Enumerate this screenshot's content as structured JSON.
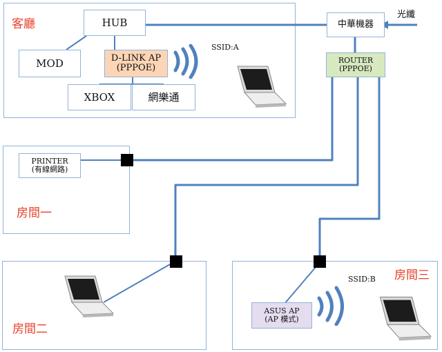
{
  "rooms": {
    "living": "客廳",
    "room1": "房間一",
    "room2": "房間二",
    "room3": "房間三"
  },
  "devices": {
    "hub": "HUB",
    "mod": "MOD",
    "dlink_ap": {
      "line1": "D-LINK AP",
      "line2": "(PPPOE)"
    },
    "xbox": "XBOX",
    "netmusic": "網樂通",
    "cht": "中華機器",
    "router": {
      "line1": "ROUTER",
      "line2": "(PPPOE)"
    },
    "printer": {
      "line1": "PRINTER",
      "line2": "(有線網路)"
    },
    "asus_ap": {
      "line1": "ASUS AP",
      "line2": "(AP 模式)"
    }
  },
  "labels": {
    "fiber": "光纖",
    "ssid_a": "SSID:A",
    "ssid_b": "SSID:B"
  },
  "colors": {
    "wire": "#4f81bd",
    "room_border": "#8fb3d9",
    "room_label": "#e8402a",
    "dlink_fill": "#fbd5b5",
    "router_fill": "#d7e9bf",
    "asus_fill": "#e4dcef",
    "junction": "#000000"
  },
  "icons": [
    "laptop-icon",
    "wifi-signal-icon",
    "network-junction-icon"
  ]
}
